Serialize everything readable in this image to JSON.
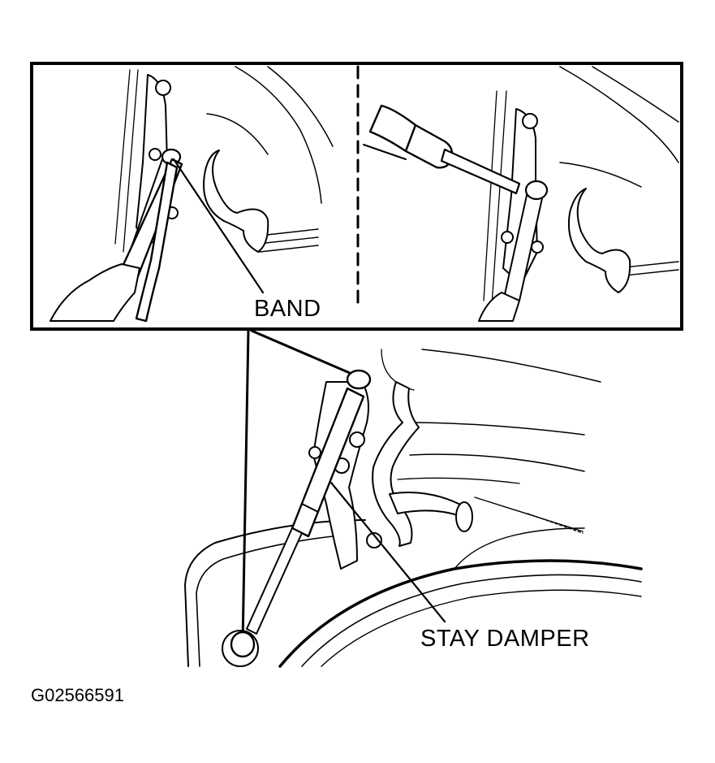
{
  "labels": {
    "band": "BAND",
    "stay_damper": "STAY DAMPER"
  },
  "figure_id": "G02566591",
  "colors": {
    "ink": "#000000",
    "paper": "#ffffff"
  },
  "icons": {
    "screwdriver": "screwdriver-icon",
    "pliers": "pliers-icon",
    "hand": "hand-icon",
    "bolt": "bolt-icon"
  }
}
